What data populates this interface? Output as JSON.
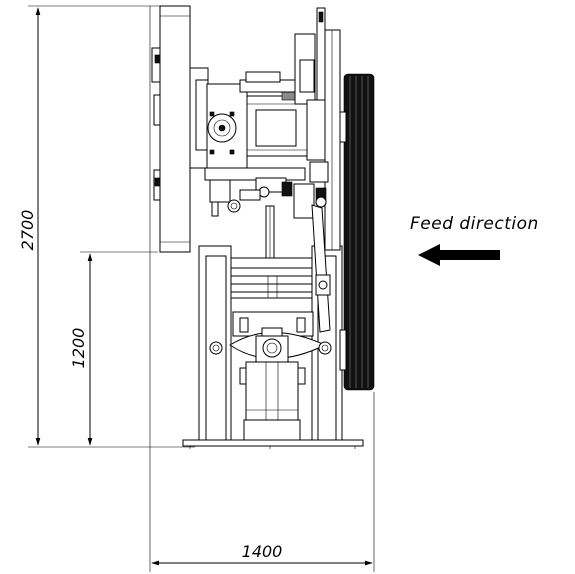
{
  "dimensions": {
    "total_height": "2700",
    "lower_height": "1200",
    "width": "1400"
  },
  "annotation": {
    "feed_direction": "Feed direction"
  }
}
